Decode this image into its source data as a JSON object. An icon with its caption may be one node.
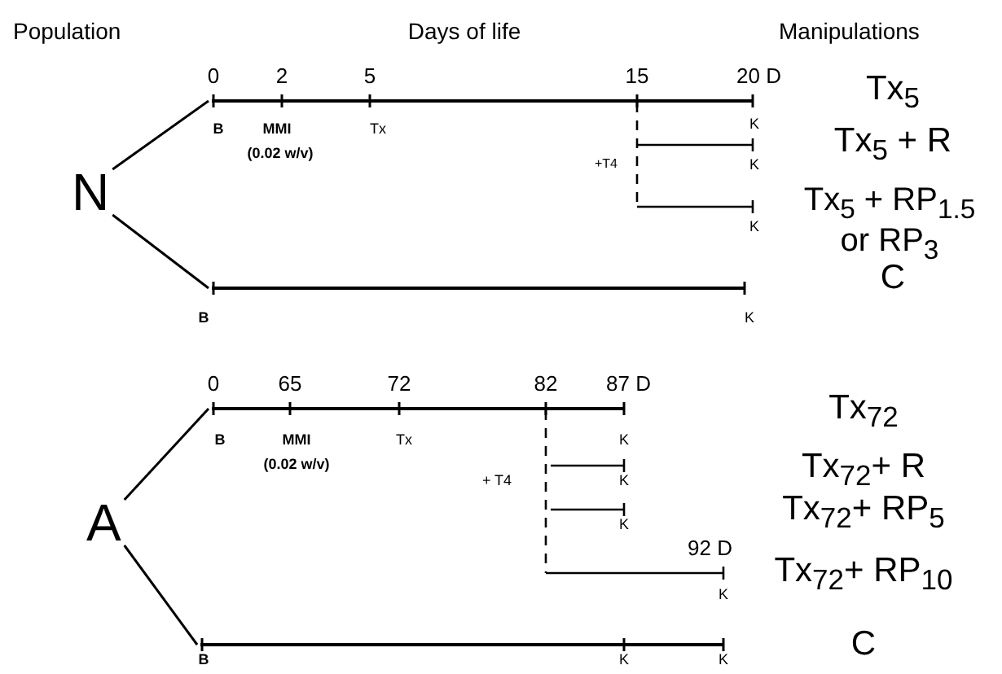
{
  "diagram": {
    "nodes": [
      {
        "text": [
          "N"
        ]
      },
      {
        "text": [],
        "shape": "bar"
      },
      {
        "text": [],
        "shape": "bar"
      },
      {
        "text": [
          "A"
        ]
      },
      {
        "text": [],
        "shape": "bar"
      },
      {
        "text": [],
        "shape": "bar"
      }
    ],
    "edges": [
      {
        "from": 0,
        "to": 1,
        "arrow": "none"
      },
      {
        "from": 0,
        "to": 2,
        "arrow": "none"
      },
      {
        "from": 3,
        "to": 4,
        "arrow": "none"
      },
      {
        "from": 3,
        "to": 5,
        "arrow": "none"
      }
    ],
    "labels": [
      "Population",
      "Days of life",
      "Manipulations",
      "0",
      "2",
      "5",
      "15",
      "20 D",
      "B",
      "MMI",
      "(0.02 w/v)",
      "Tx",
      "K",
      "+T4",
      "K",
      "K",
      "Tx$_{5}$",
      "Tx$_{5}$ + R",
      "Tx$_{5}$ + RP$_{1.5}$ or RP$_{3}$",
      "C",
      "B",
      "K",
      "0",
      "65",
      "72",
      "82",
      "87 D",
      "B",
      "MMI",
      "(0.02 w/v)",
      "Tx",
      "K",
      "+ T4",
      "K",
      "K",
      "92 D",
      "K",
      "Tx$_{72}$",
      "Tx$_{72}$+ R",
      "Tx$_{72}$+ RP$_{5}$",
      "Tx$_{72}$+ RP$_{10}$",
      "C",
      "B",
      "K",
      "K"
    ]
  }
}
